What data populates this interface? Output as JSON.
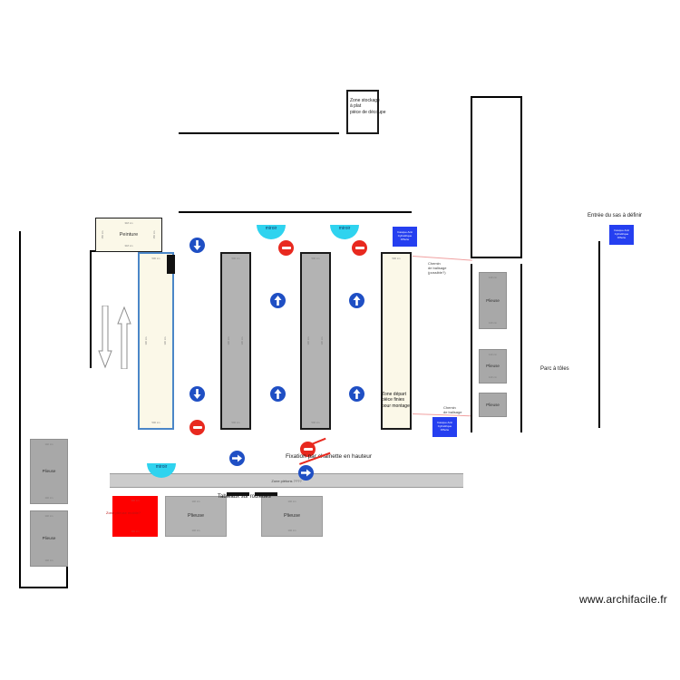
{
  "page": {
    "footer": "www.archifacile.fr",
    "background": "#ffffff"
  },
  "colors": {
    "wall": "#000000",
    "beige": "#fbf8e8",
    "grey": "#b3b3b3",
    "red": "#fe0000",
    "blue_sign": "#253ff0",
    "blue_marker": "#1f4fc4",
    "stop_red": "#e8291f",
    "mirror_cyan": "#2fd3ef",
    "corridor_grey": "#cccccc",
    "blue_outline": "#4a86c8"
  },
  "rooms": {
    "zone_stockage": {
      "label": "Zone stockage\nà plat\npièce de découpe"
    },
    "peinture": {
      "label": "Peinture",
      "dim_top": "318 cm",
      "dim_bottom": "318 cm",
      "dim_left": "150 cm",
      "dim_right": "150 cm"
    },
    "zone_depart": {
      "label": "Zone départ\npièce finies\npour montage",
      "dim_top": "140 cm"
    },
    "parc_a_toles": {
      "label": "Parc à tôles"
    },
    "zone_pietons": {
      "label": "Zone piétons ????"
    },
    "tableaux_roulettes": {
      "label": "Tableaux sur roulettes"
    },
    "zone_plieuse_mobile": {
      "label": "Zone plieuse mobile?",
      "dim_top": "140 cm",
      "dim_bottom": "140 cm"
    }
  },
  "notes": {
    "entree_sas": "Entrée du sas  à définir",
    "fixation_chainette": "Fixation par chainette en hauteur",
    "chemin_balisage_1": "Chemin\nde balisage\n(possible?)",
    "chemin_balisage_2": "Chemin\nde balisage"
  },
  "signs": [
    {
      "id": "sign-casque-1",
      "lines": [
        "Casque Anti",
        "Cylindrique",
        "Offerte"
      ]
    },
    {
      "id": "sign-casque-2",
      "lines": [
        "Casque Anti",
        "Cylindrique",
        "Offerte"
      ]
    },
    {
      "id": "sign-casque-3",
      "lines": [
        "Casque Anti",
        "Cylindrique",
        "Offerte"
      ]
    }
  ],
  "mirrors": [
    {
      "id": "mirror-left",
      "label": "miroir"
    },
    {
      "id": "mirror-center",
      "label": "miroir"
    },
    {
      "id": "mirror-bottom",
      "label": "miroir"
    }
  ],
  "racks": [
    {
      "id": "rack-blue",
      "dim_top": "500 cm",
      "dim_bottom": "500 cm",
      "dim_left": "130 cm",
      "dim_right": "130 cm"
    },
    {
      "id": "rack-grey-1",
      "dim_top": "500 cm",
      "dim_bottom": "500 cm",
      "dim_left": "130 cm",
      "dim_right": "130 cm"
    },
    {
      "id": "rack-grey-2",
      "dim_top": "500 cm",
      "dim_bottom": "500 cm",
      "dim_left": "130 cm",
      "dim_right": "130 cm"
    },
    {
      "id": "rack-beige",
      "dim_top": "500 cm",
      "dim_bottom": "500 cm",
      "dim_left": "130 cm",
      "dim_right": "130 cm"
    }
  ],
  "machines": [
    {
      "id": "plieuse-left-1",
      "label": "Plieuse",
      "dim_top": "140 cm",
      "dim_bottom": "140 cm"
    },
    {
      "id": "plieuse-left-2",
      "label": "Plieuse",
      "dim_top": "140 cm",
      "dim_bottom": "140 cm"
    },
    {
      "id": "plieuse-bottom-1",
      "label": "Plieuse",
      "dim_top": "140 cm",
      "dim_bottom": "140 cm"
    },
    {
      "id": "plieuse-bottom-2",
      "label": "Plieuse",
      "dim_top": "140 cm",
      "dim_bottom": "140 cm"
    },
    {
      "id": "plieuse-right-1",
      "label": "Plieuse",
      "dim_top": "140 cm",
      "dim_bottom": "140 cm"
    },
    {
      "id": "plieuse-right-2",
      "label": "Plieuse",
      "dim_top": "140 cm",
      "dim_bottom": "140 cm"
    },
    {
      "id": "plieuse-right-3",
      "label": "Plieuse",
      "dim_top": "",
      "dim_bottom": ""
    }
  ],
  "markers": {
    "arrow_icon": "arrow-up-icon",
    "stop_icon": "no-entry-icon"
  }
}
